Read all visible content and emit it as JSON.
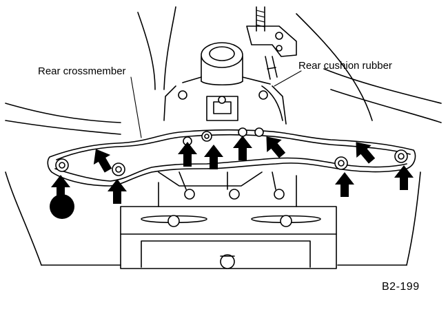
{
  "labels": {
    "rear_crossmember": "Rear crossmember",
    "rear_cushion_rubber": "Rear cushion rubber",
    "figure_code": "B2-199"
  },
  "colors": {
    "ink": "#000000",
    "paper": "#ffffff"
  },
  "arrow_icon": "bold-up-arrow-icon",
  "bolt_icon": "bolt-head-icon"
}
